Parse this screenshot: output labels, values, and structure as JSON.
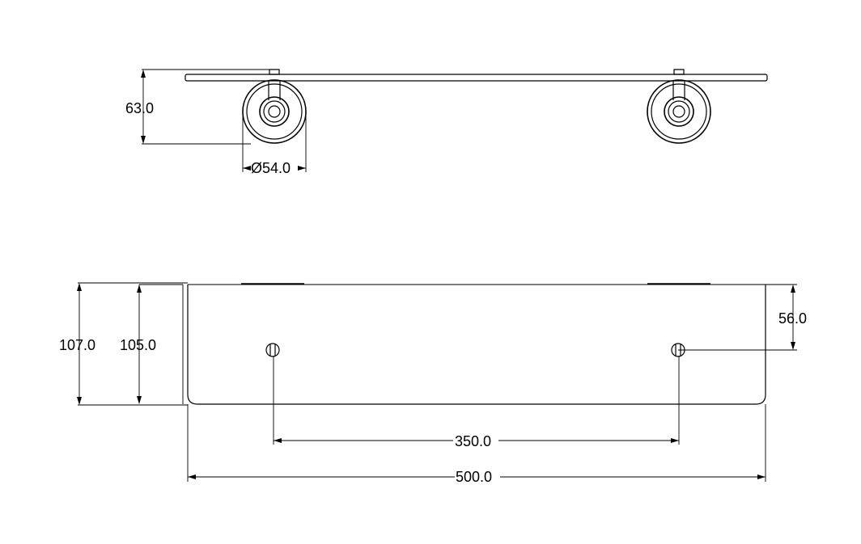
{
  "dimensions": {
    "top_height": "63.0",
    "rose_diameter": "Ø54.0",
    "overall_depth": "107.0",
    "shelf_depth": "105.0",
    "hole_offset": "56.0",
    "hole_spacing": "350.0",
    "overall_length": "500.0"
  }
}
